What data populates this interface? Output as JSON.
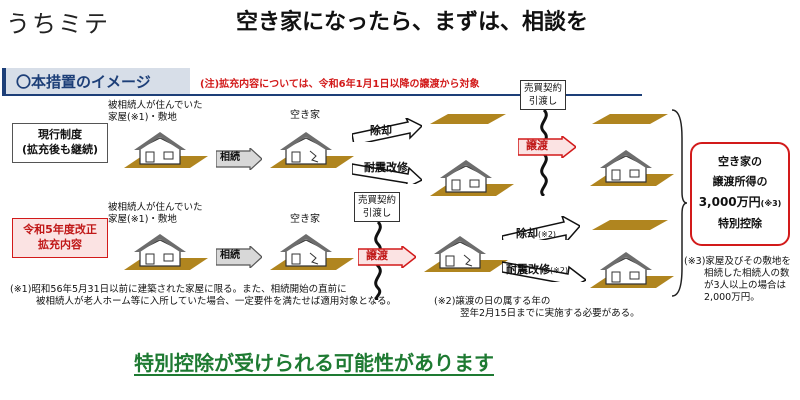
{
  "header": {
    "brand": "うちミテ",
    "headline": "空き家になったら、まずは、相談を"
  },
  "panel": {
    "title": "〇本措置のイメージ",
    "note": "(注)拡充内容については、令和6年1月1日以降の譲渡から対象"
  },
  "rows": {
    "current": {
      "label_line1": "現行制度",
      "label_line2": "(拡充後も継続)",
      "house_caption_line1": "被相続人が住んでいた",
      "house_caption_line2": "家屋(※1)・敷地",
      "inherit": "相続",
      "vacant": "空き家",
      "demolish": "除却",
      "retrofit": "耐震改修",
      "sale_line1": "売買契約",
      "sale_line2": "引渡し",
      "transfer": "譲渡"
    },
    "reform": {
      "label_line1": "令和5年度改正",
      "label_line2": "拡充内容",
      "house_caption_line1": "被相続人が住んでいた",
      "house_caption_line2": "家屋(※1)・敷地",
      "inherit": "相続",
      "vacant": "空き家",
      "sale_line1": "売買契約",
      "sale_line2": "引渡し",
      "transfer": "譲渡",
      "demolish": "除却",
      "demolish_note": "(※2)",
      "retrofit": "耐震改修",
      "retrofit_note": "(※2)"
    }
  },
  "notes": {
    "n1_line1": "(※1)昭和56年5月31日以前に建築された家屋に限る。また、相続開始の直前に",
    "n1_line2": "被相続人が老人ホーム等に入所していた場合、一定要件を満たせば適用対象となる。",
    "n2_line1": "(※2)譲渡の日の属する年の",
    "n2_line2": "翌年2月15日までに実施する必要がある。",
    "n3_line1": "(※3)家屋及びその敷地を",
    "n3_line2": "相続した相続人の数",
    "n3_line3": "が3人以上の場合は",
    "n3_line4": "2,000万円。"
  },
  "result": {
    "line1": "空き家の",
    "line2": "譲渡所得の",
    "line3": "3,000万円",
    "line3_note": "(※3)",
    "line4": "特別控除"
  },
  "footer": {
    "message": "特別控除が受けられる可能性があります"
  },
  "colors": {
    "navy": "#1d3f78",
    "red": "#d21a1a",
    "green": "#1e7a32",
    "land": "#b0851f"
  }
}
